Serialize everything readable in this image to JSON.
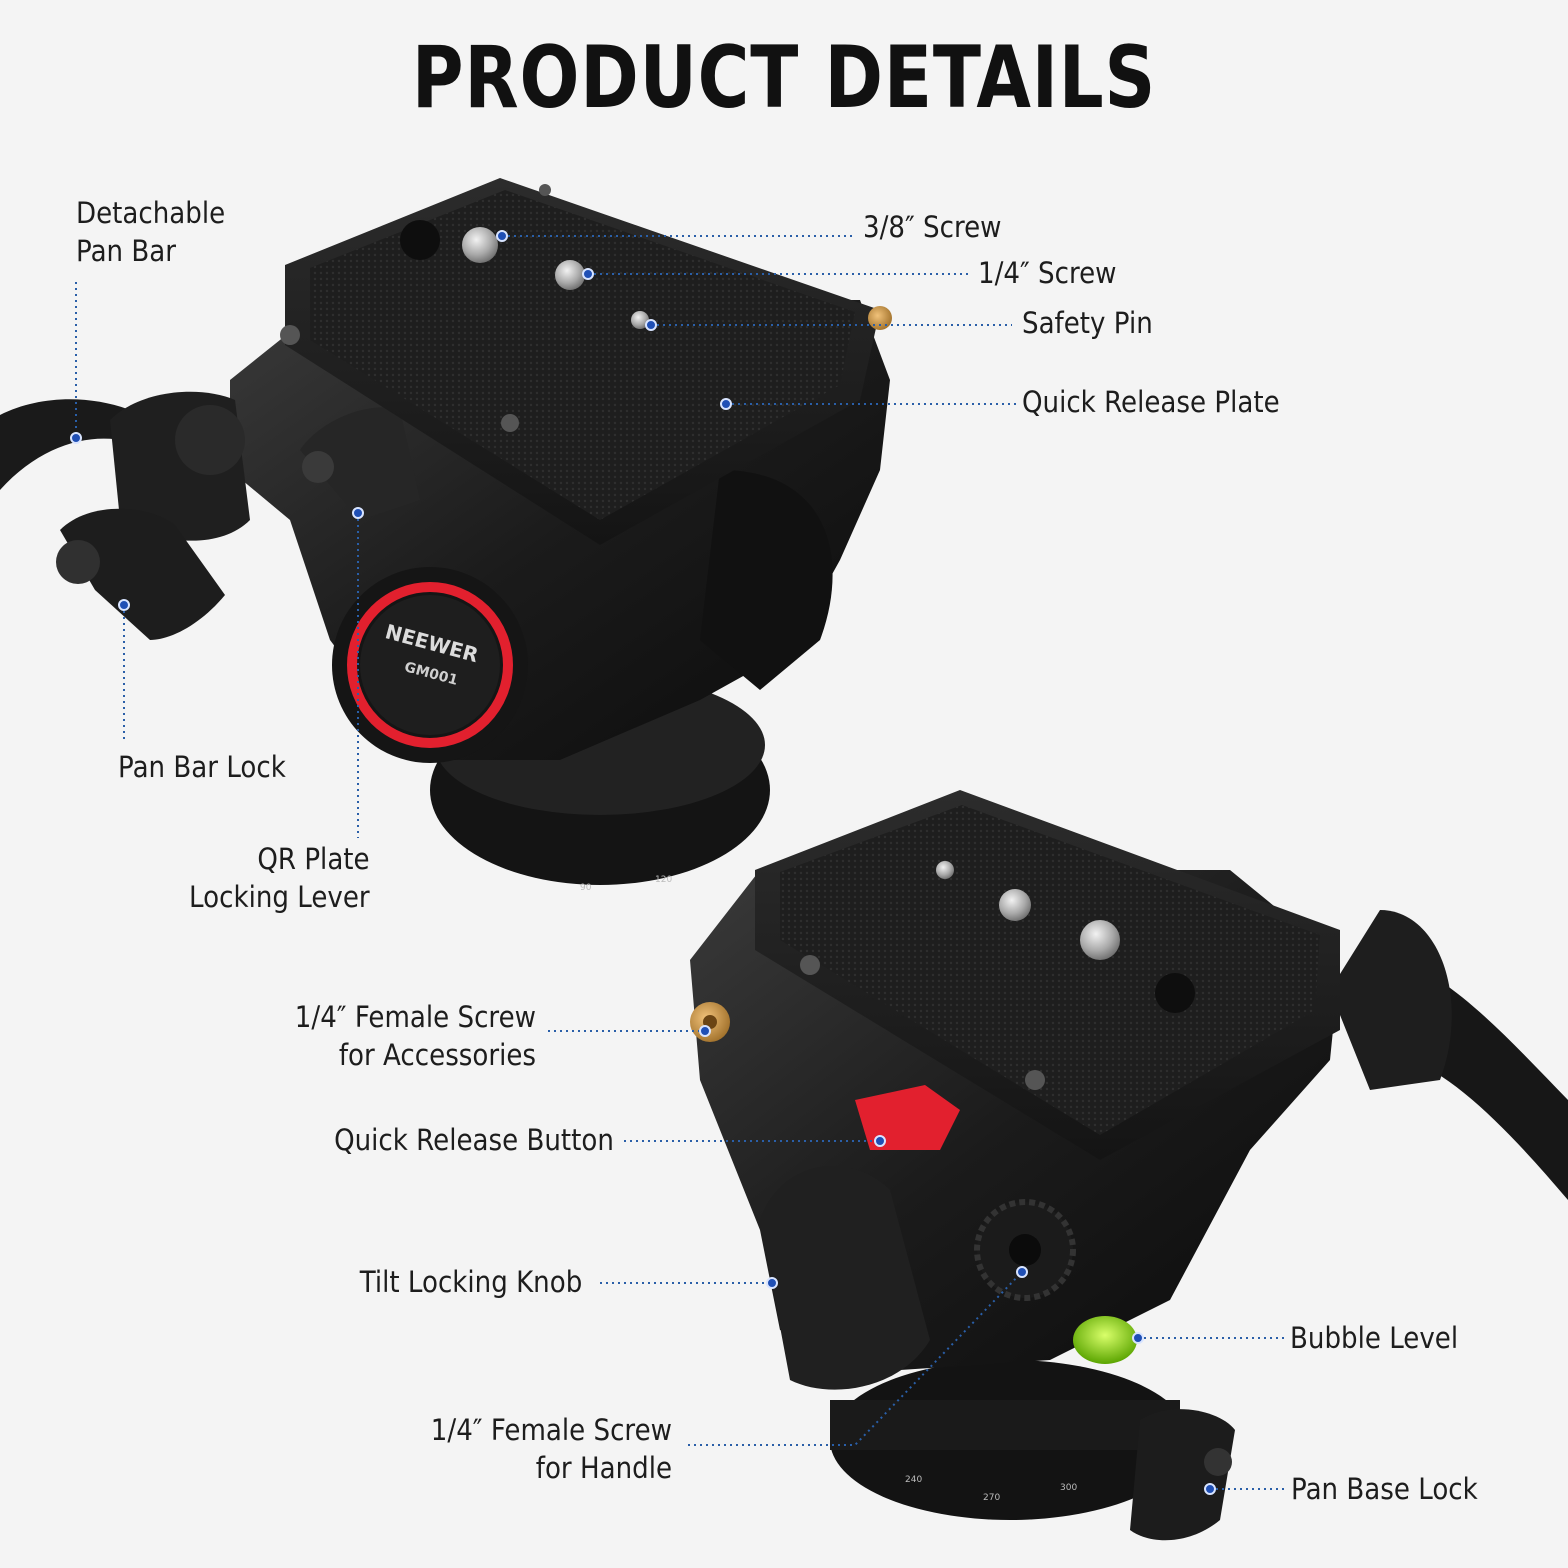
{
  "title": "PRODUCT DETAILS",
  "brand": {
    "name": "NEEWER",
    "model": "GM001",
    "accent_color": "#e2202e"
  },
  "scale_marks": {
    "top": [
      "90",
      "120"
    ],
    "bottom": [
      "240",
      "270",
      "300"
    ]
  },
  "callouts": {
    "detachable_pan_bar": {
      "line1": "Detachable",
      "line2": "Pan Bar"
    },
    "pan_bar_lock": "Pan Bar Lock",
    "qr_plate_locking_lever": {
      "line1": "QR Plate",
      "line2": "Locking Lever"
    },
    "screw_3_8": "3/8″ Screw",
    "screw_1_4": "1/4″ Screw",
    "safety_pin": "Safety Pin",
    "quick_release_plate": "Quick Release Plate",
    "female_screw_accessories": {
      "line1": "1/4″ Female Screw",
      "line2": "for Accessories"
    },
    "quick_release_button": "Quick Release Button",
    "tilt_locking_knob": "Tilt Locking Knob",
    "female_screw_handle": {
      "line1": "1/4″ Female Screw",
      "line2": "for Handle"
    },
    "bubble_level": "Bubble Level",
    "pan_base_lock": "Pan Base Lock"
  }
}
